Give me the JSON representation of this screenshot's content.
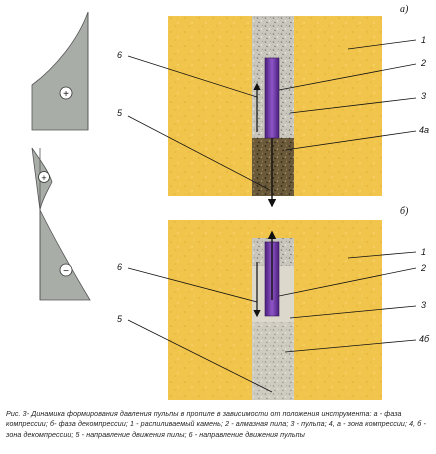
{
  "panels": [
    {
      "id": "a",
      "label": "а)",
      "labels": [
        "6",
        "5",
        "1",
        "2",
        "3",
        "4а"
      ]
    },
    {
      "id": "b",
      "label": "б)",
      "labels": [
        "6",
        "5",
        "1",
        "2",
        "3",
        "4б"
      ]
    }
  ],
  "graph": {
    "top_sign": "+",
    "bottom_plus": "+",
    "bottom_minus": "−"
  },
  "caption": "Рис. 3- Динамика формирования давления пульпы в пропиле в зависимости от положения инструмента: а - фаза компрессии; б- фаза декомпрессии; 1 - распиливаемый камень; 2 - алмазная пила; 3 - пульпа; 4, а - зона компрессии; 4, б - зона декомпрессии; 5 - направление движения пилы; 6 - направление движения пульпы",
  "colors": {
    "stone": "#f1c44c",
    "graph_fill": "#a8ada8",
    "blade": "#7b3fae",
    "pulp": "#b9b8ad"
  }
}
